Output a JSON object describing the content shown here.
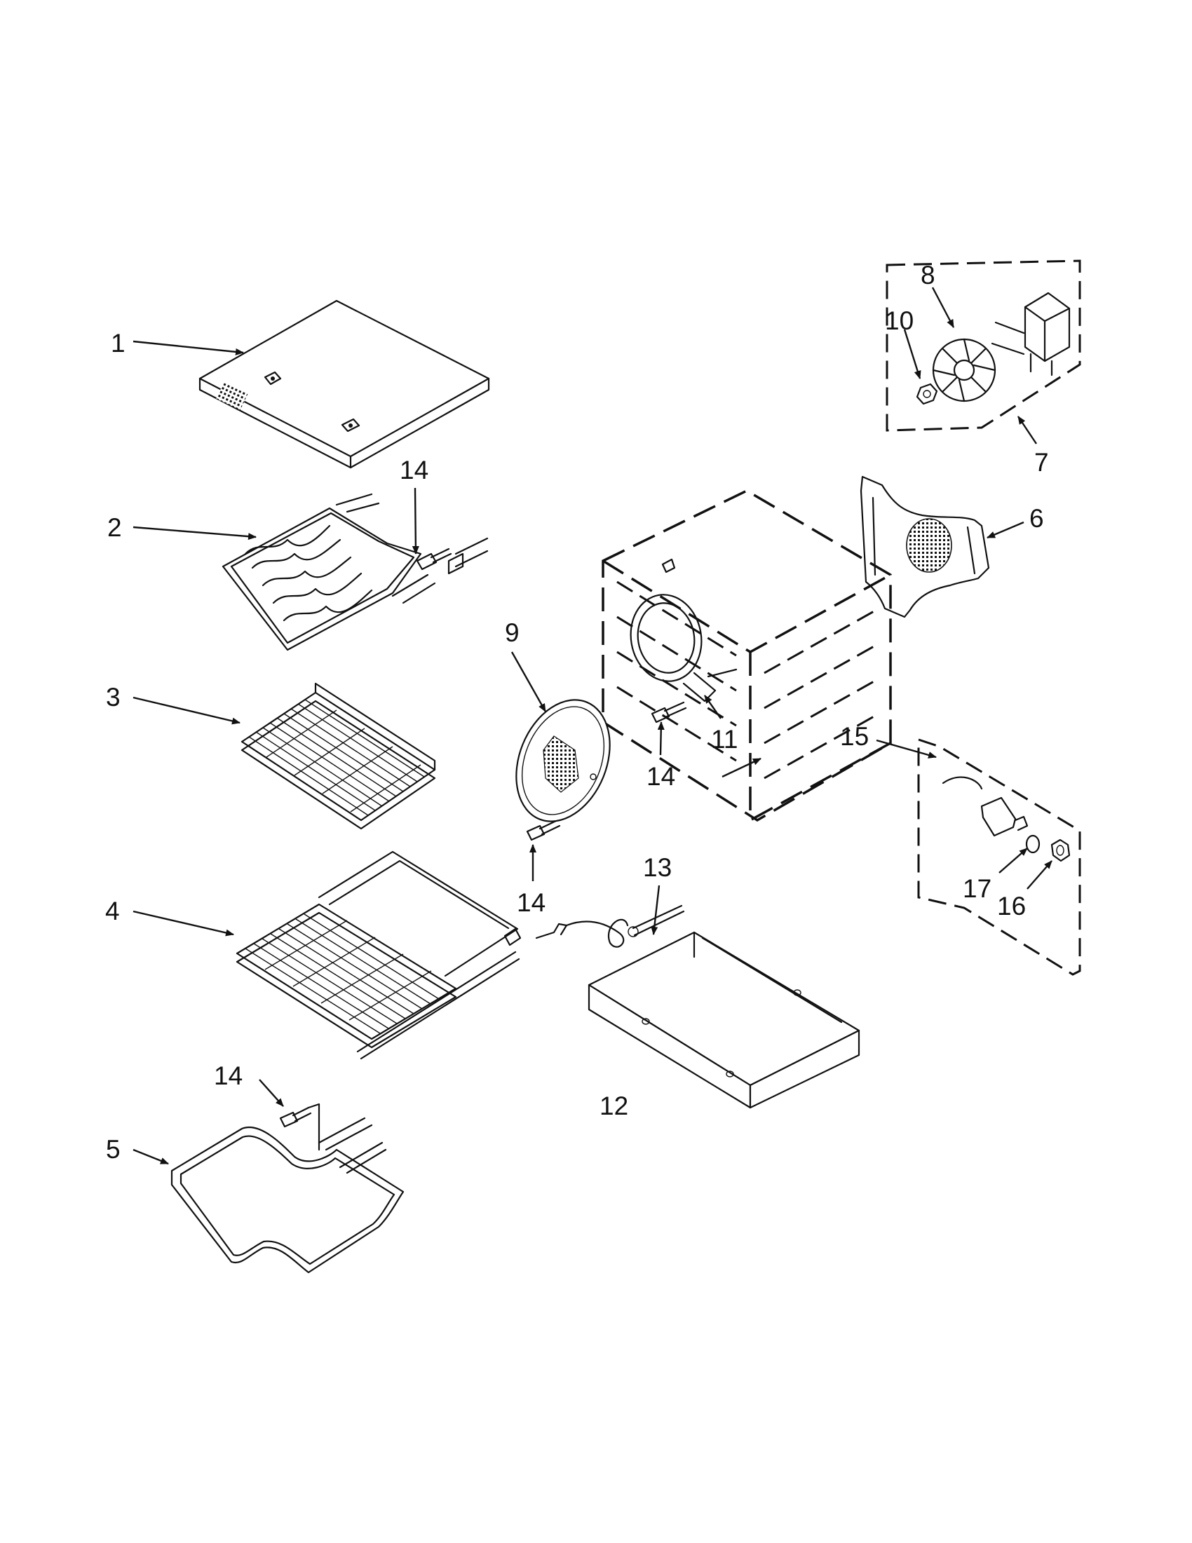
{
  "callouts": {
    "c1": "1",
    "c2": "2",
    "c3": "3",
    "c4": "4",
    "c5": "5",
    "c6": "6",
    "c7": "7",
    "c8": "8",
    "c9": "9",
    "c10": "10",
    "c11": "11",
    "c12": "12",
    "c13": "13",
    "c14a": "14",
    "c14b": "14",
    "c14c": "14",
    "c14d": "14",
    "c15": "15",
    "c16": "16",
    "c17": "17"
  },
  "colors": {
    "line": "#111111",
    "background": "#ffffff"
  }
}
